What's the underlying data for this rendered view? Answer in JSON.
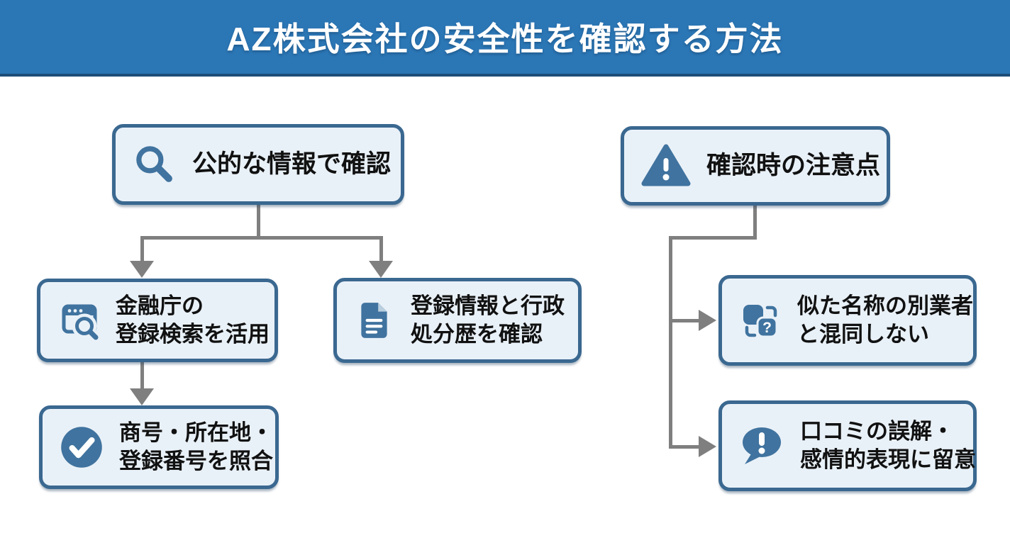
{
  "header": {
    "title": "AZ株式会社の安全性を確認する方法"
  },
  "colors": {
    "banner_bg": "#2b76b5",
    "banner_border": "#1e4e79",
    "banner_text": "#ffffff",
    "node_bg": "#e9f1f8",
    "node_border": "#3a6890",
    "icon_blue": "#40739f",
    "text_color": "#111111",
    "connector": "#7f7f7f"
  },
  "flowchart": {
    "left": {
      "root": {
        "icon": "search-icon",
        "lines": [
          "公的な情報で確認"
        ]
      },
      "children": [
        {
          "icon": "browser-search-icon",
          "lines": [
            "金融庁の",
            "登録検索を活用"
          ]
        },
        {
          "icon": "document-icon",
          "lines": [
            "登録情報と行政",
            "処分歴を確認"
          ]
        }
      ],
      "grandchild": {
        "icon": "check-circle-icon",
        "lines": [
          "商号・所在地・",
          "登録番号を照合"
        ]
      }
    },
    "right": {
      "root": {
        "icon": "warning-triangle-icon",
        "lines": [
          "確認時の注意点"
        ]
      },
      "children": [
        {
          "icon": "similar-name-question-icon",
          "lines": [
            "似た名称の別業者",
            "と混同しない"
          ]
        },
        {
          "icon": "alert-speech-bubble-icon",
          "lines": [
            "口コミの誤解・",
            "感情的表現に留意"
          ]
        }
      ]
    }
  }
}
